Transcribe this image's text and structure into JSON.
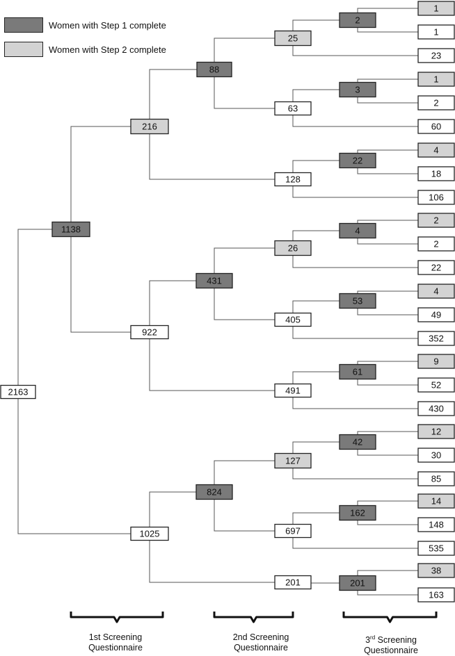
{
  "legend": {
    "step1_label": "Women with Step 1 complete",
    "step2_label": "Women with Step 2 complete"
  },
  "colors": {
    "step1": "#7a7a7a",
    "step2": "#d3d3d3",
    "none": "#ffffff",
    "line": "#555555",
    "border": "#222222"
  },
  "stages": {
    "first": {
      "line1": "1st Screening",
      "line2": "Questionnaire"
    },
    "second": {
      "line1": "2nd Screening",
      "line2": "Questionnaire"
    },
    "third": {
      "base": "3",
      "sup": "rd",
      "rest": " Screening",
      "line2": "Questionnaire"
    }
  },
  "nodes": [
    {
      "id": "n2163",
      "value": "2163",
      "status": "none"
    },
    {
      "id": "n1138",
      "value": "1138",
      "status": "step1"
    },
    {
      "id": "n1025",
      "value": "1025",
      "status": "none"
    },
    {
      "id": "n216",
      "value": "216",
      "status": "step2"
    },
    {
      "id": "n922",
      "value": "922",
      "status": "none"
    },
    {
      "id": "n88",
      "value": "88",
      "status": "step1"
    },
    {
      "id": "n128",
      "value": "128",
      "status": "none"
    },
    {
      "id": "n431",
      "value": "431",
      "status": "step1"
    },
    {
      "id": "n491",
      "value": "491",
      "status": "none"
    },
    {
      "id": "n824",
      "value": "824",
      "status": "step1"
    },
    {
      "id": "n201a",
      "value": "201",
      "status": "none"
    },
    {
      "id": "n25",
      "value": "25",
      "status": "step2"
    },
    {
      "id": "n63",
      "value": "63",
      "status": "none"
    },
    {
      "id": "n26",
      "value": "26",
      "status": "step2"
    },
    {
      "id": "n405",
      "value": "405",
      "status": "none"
    },
    {
      "id": "n127",
      "value": "127",
      "status": "step2"
    },
    {
      "id": "n697",
      "value": "697",
      "status": "none"
    },
    {
      "id": "n2",
      "value": "2",
      "status": "step1"
    },
    {
      "id": "n3",
      "value": "3",
      "status": "step1"
    },
    {
      "id": "n22",
      "value": "22",
      "status": "step1"
    },
    {
      "id": "n4",
      "value": "4",
      "status": "step1"
    },
    {
      "id": "n53",
      "value": "53",
      "status": "step1"
    },
    {
      "id": "n61",
      "value": "61",
      "status": "step1"
    },
    {
      "id": "n42",
      "value": "42",
      "status": "step1"
    },
    {
      "id": "n162",
      "value": "162",
      "status": "step1"
    },
    {
      "id": "n201b",
      "value": "201",
      "status": "step1"
    },
    {
      "id": "l1",
      "value": "1",
      "status": "step2"
    },
    {
      "id": "l2",
      "value": "1",
      "status": "none"
    },
    {
      "id": "l3",
      "value": "23",
      "status": "none"
    },
    {
      "id": "l4",
      "value": "1",
      "status": "step2"
    },
    {
      "id": "l5",
      "value": "2",
      "status": "none"
    },
    {
      "id": "l6",
      "value": "60",
      "status": "none"
    },
    {
      "id": "l7",
      "value": "4",
      "status": "step2"
    },
    {
      "id": "l8",
      "value": "18",
      "status": "none"
    },
    {
      "id": "l9",
      "value": "106",
      "status": "none"
    },
    {
      "id": "l10",
      "value": "2",
      "status": "step2"
    },
    {
      "id": "l11",
      "value": "2",
      "status": "none"
    },
    {
      "id": "l12",
      "value": "22",
      "status": "none"
    },
    {
      "id": "l13",
      "value": "4",
      "status": "step2"
    },
    {
      "id": "l14",
      "value": "49",
      "status": "none"
    },
    {
      "id": "l15",
      "value": "352",
      "status": "none"
    },
    {
      "id": "l16",
      "value": "9",
      "status": "step2"
    },
    {
      "id": "l17",
      "value": "52",
      "status": "none"
    },
    {
      "id": "l18",
      "value": "430",
      "status": "none"
    },
    {
      "id": "l19",
      "value": "12",
      "status": "step2"
    },
    {
      "id": "l20",
      "value": "30",
      "status": "none"
    },
    {
      "id": "l21",
      "value": "85",
      "status": "none"
    },
    {
      "id": "l22",
      "value": "14",
      "status": "step2"
    },
    {
      "id": "l23",
      "value": "148",
      "status": "none"
    },
    {
      "id": "l24",
      "value": "535",
      "status": "none"
    },
    {
      "id": "l25",
      "value": "38",
      "status": "step2"
    },
    {
      "id": "l26",
      "value": "163",
      "status": "none"
    }
  ],
  "edges": [
    [
      "n2163",
      "n1138"
    ],
    [
      "n2163",
      "n1025"
    ],
    [
      "n1138",
      "n216"
    ],
    [
      "n1138",
      "n922"
    ],
    [
      "n216",
      "n88"
    ],
    [
      "n216",
      "n128"
    ],
    [
      "n922",
      "n431"
    ],
    [
      "n922",
      "n491"
    ],
    [
      "n1025",
      "n824"
    ],
    [
      "n1025",
      "n201a"
    ],
    [
      "n88",
      "n25"
    ],
    [
      "n88",
      "n63"
    ],
    [
      "n431",
      "n26"
    ],
    [
      "n431",
      "n405"
    ],
    [
      "n824",
      "n127"
    ],
    [
      "n824",
      "n697"
    ],
    [
      "n25",
      "n2"
    ],
    [
      "n25",
      "l3"
    ],
    [
      "n63",
      "n3"
    ],
    [
      "n63",
      "l6"
    ],
    [
      "n128",
      "n22"
    ],
    [
      "n128",
      "l9"
    ],
    [
      "n26",
      "n4"
    ],
    [
      "n26",
      "l12"
    ],
    [
      "n405",
      "n53"
    ],
    [
      "n405",
      "l15"
    ],
    [
      "n491",
      "n61"
    ],
    [
      "n491",
      "l18"
    ],
    [
      "n127",
      "n42"
    ],
    [
      "n127",
      "l21"
    ],
    [
      "n697",
      "n162"
    ],
    [
      "n697",
      "l24"
    ],
    [
      "n201a",
      "n201b"
    ],
    [
      "n2",
      "l1"
    ],
    [
      "n2",
      "l2"
    ],
    [
      "n3",
      "l4"
    ],
    [
      "n3",
      "l5"
    ],
    [
      "n22",
      "l7"
    ],
    [
      "n22",
      "l8"
    ],
    [
      "n4",
      "l10"
    ],
    [
      "n4",
      "l11"
    ],
    [
      "n53",
      "l13"
    ],
    [
      "n53",
      "l14"
    ],
    [
      "n61",
      "l16"
    ],
    [
      "n61",
      "l17"
    ],
    [
      "n42",
      "l19"
    ],
    [
      "n42",
      "l20"
    ],
    [
      "n162",
      "l22"
    ],
    [
      "n162",
      "l23"
    ],
    [
      "n201b",
      "l25"
    ],
    [
      "n201b",
      "l26"
    ]
  ]
}
